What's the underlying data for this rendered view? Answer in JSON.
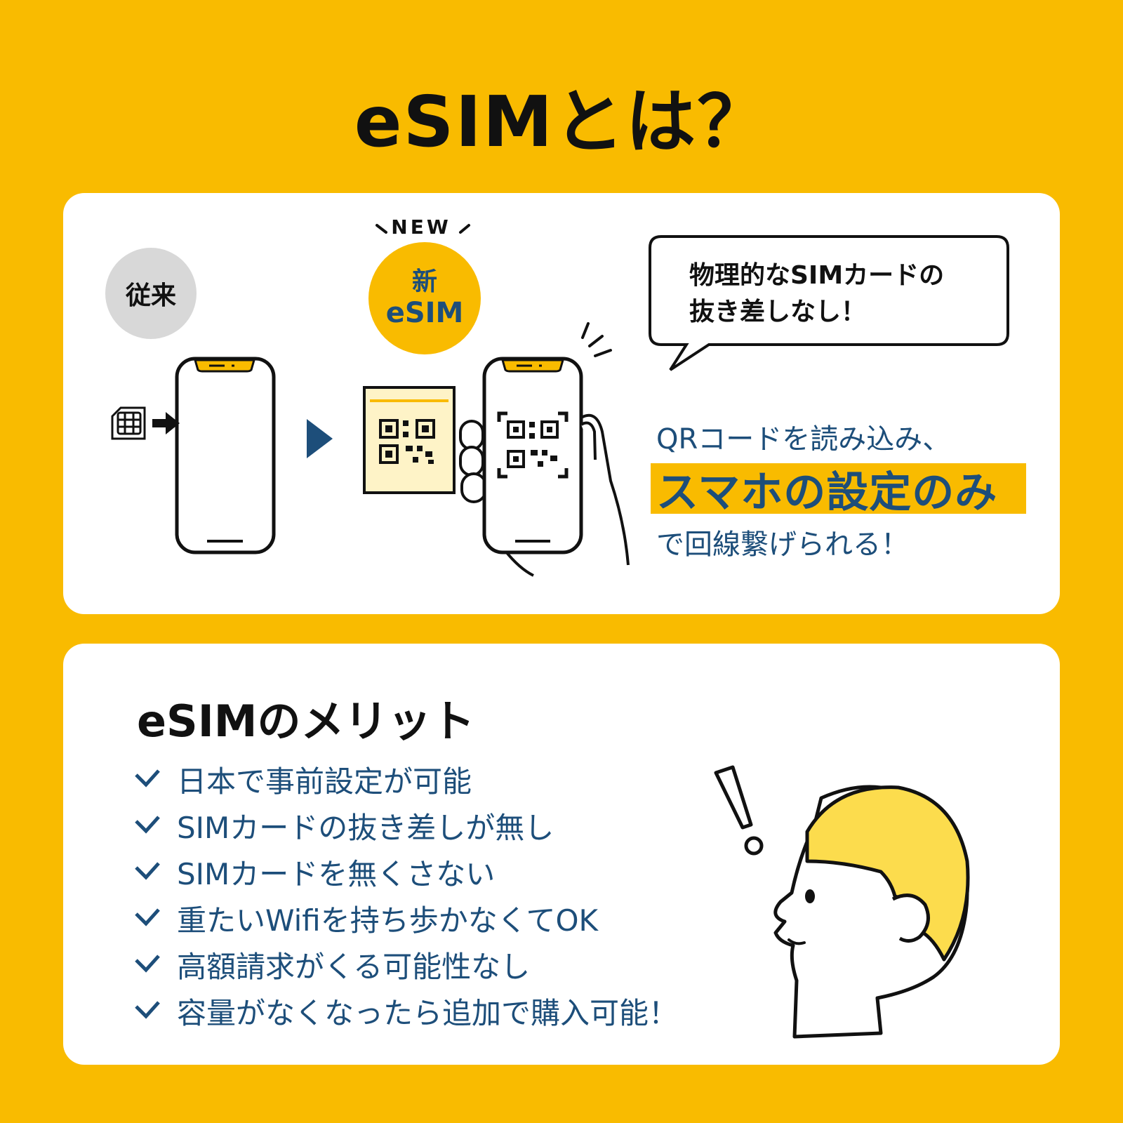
{
  "title": "eSIMとは？",
  "comparison": {
    "old_label": "従来",
    "new_tag": "NEW",
    "new_label_line1": "新",
    "new_label_line2": "eSIM",
    "bubble_line1": "物理的なSIMカードの",
    "bubble_line2": "抜き差しなし！",
    "qr_line1": "QRコードを読み込み、",
    "qr_line2": "スマホの設定のみ",
    "qr_line3": "で回線繋げられる！"
  },
  "merits": {
    "title": "eSIMのメリット",
    "items": [
      "日本で事前設定が可能",
      "SIMカードの抜き差しが無し",
      "SIMカードを無くさない",
      "重たいWifiを持ち歩かなくてOK",
      "高額請求がくる可能性なし",
      "容量がなくなったら追加で購入可能！"
    ]
  },
  "colors": {
    "background": "#F9BB00",
    "accent_yellow": "#F9BB00",
    "navy_text": "#1D4E7A",
    "hair_yellow": "#FCDC4D",
    "gray_badge": "#D8D8D8"
  },
  "icons": [
    "sim-card-icon",
    "arrow-right-icon",
    "play-triangle-icon",
    "qr-code-icon",
    "smartphone-icon",
    "hand-icon",
    "check-icon",
    "exclamation-icon",
    "person-icon"
  ]
}
